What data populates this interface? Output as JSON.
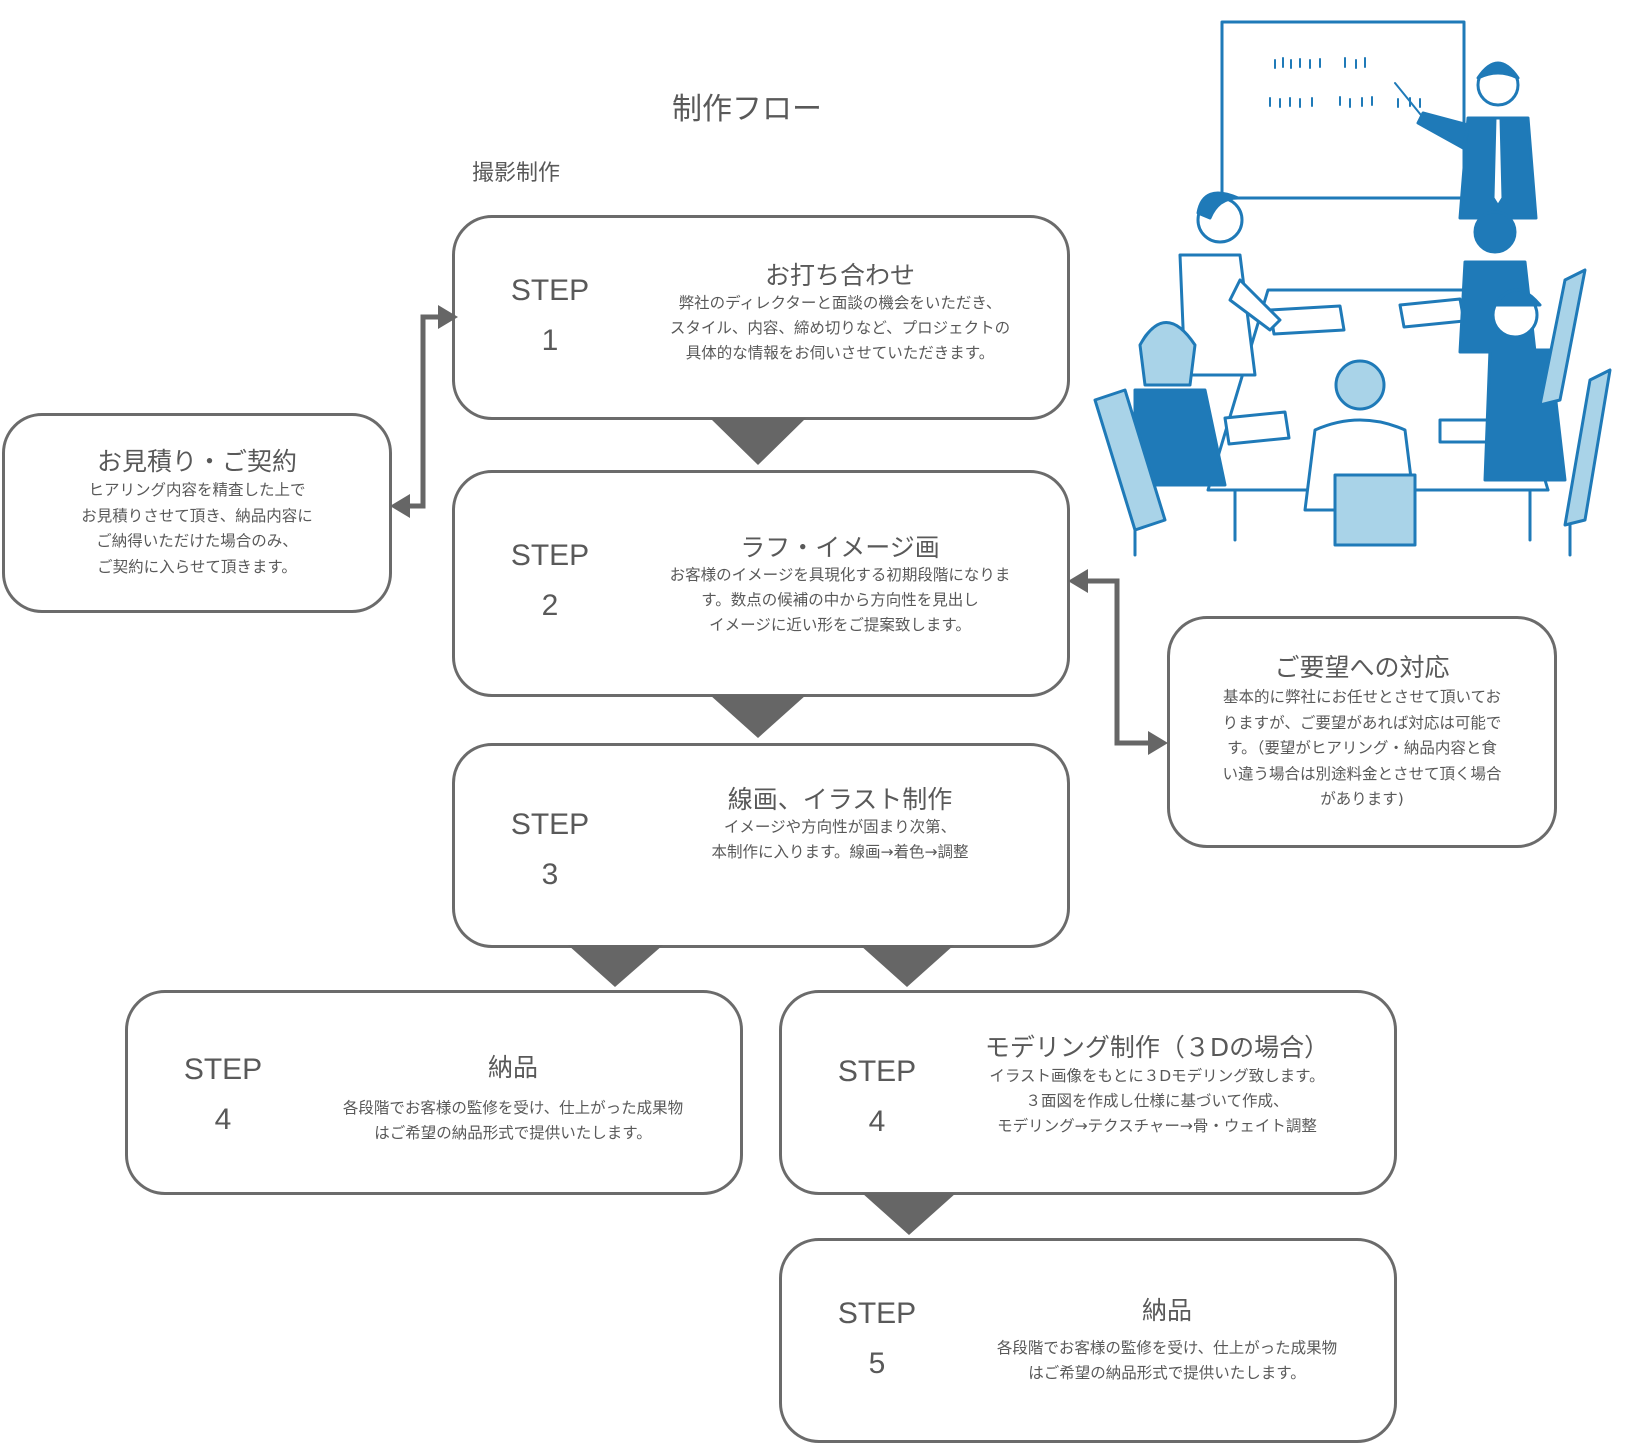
{
  "title": "制作フロー",
  "subtitle": "撮影制作",
  "steps": [
    {
      "label": "STEP",
      "number": "1",
      "heading": "お打ち合わせ",
      "lines": [
        "弊社のディレクターと面談の機会をいただき、",
        "スタイル、内容、締め切りなど、プロジェクトの",
        "具体的な情報をお伺いさせていただきます。"
      ]
    },
    {
      "label": "STEP",
      "number": "2",
      "heading": "ラフ・イメージ画",
      "lines": [
        "お客様のイメージを具現化する初期段階になりま",
        "す。数点の候補の中から方向性を見出し",
        "イメージに近い形をご提案致します。"
      ]
    },
    {
      "label": "STEP",
      "number": "3",
      "heading": "線画、イラスト制作",
      "lines": [
        "イメージや方向性が固まり次第、",
        "本制作に入ります。線画→着色→調整"
      ]
    },
    {
      "label": "STEP",
      "number": "4",
      "heading": "納品",
      "lines": [
        "各段階でお客様の監修を受け、仕上がった成果物",
        "はご希望の納品形式で提供いたします。"
      ]
    },
    {
      "label": "STEP",
      "number": "4",
      "heading": "モデリング制作（３Dの場合）",
      "lines": [
        "イラスト画像をもとに３Dモデリング致します。",
        "３面図を作成し仕様に基づいて作成、",
        "モデリング→テクスチャー→骨・ウェイト調整"
      ]
    },
    {
      "label": "STEP",
      "number": "5",
      "heading": "納品",
      "lines": [
        "各段階でお客様の監修を受け、仕上がった成果物",
        "はご希望の納品形式で提供いたします。"
      ]
    }
  ],
  "estimate": {
    "heading": "お見積り・ご契約",
    "lines": [
      "ヒアリング内容を精査した上で",
      "お見積りさせて頂き、納品内容に",
      "ご納得いただけた場合のみ、",
      "ご契約に入らせて頂きます。"
    ]
  },
  "request": {
    "heading": "ご要望への対応",
    "lines": [
      "基本的に弊社にお任せとさせて頂いてお",
      "りますが、ご要望があれば対応は可能で",
      "す。（要望がヒアリング・納品内容と食",
      "い違う場合は別途料金とさせて頂く場合",
      "があります)"
    ]
  },
  "colors": {
    "box_border": "#6b6b6b",
    "arrow": "#666666",
    "illustration_blue": "#1f7ab8",
    "illustration_light": "#a9d3e8"
  },
  "illustration": {
    "icon": "meeting-illustration"
  }
}
